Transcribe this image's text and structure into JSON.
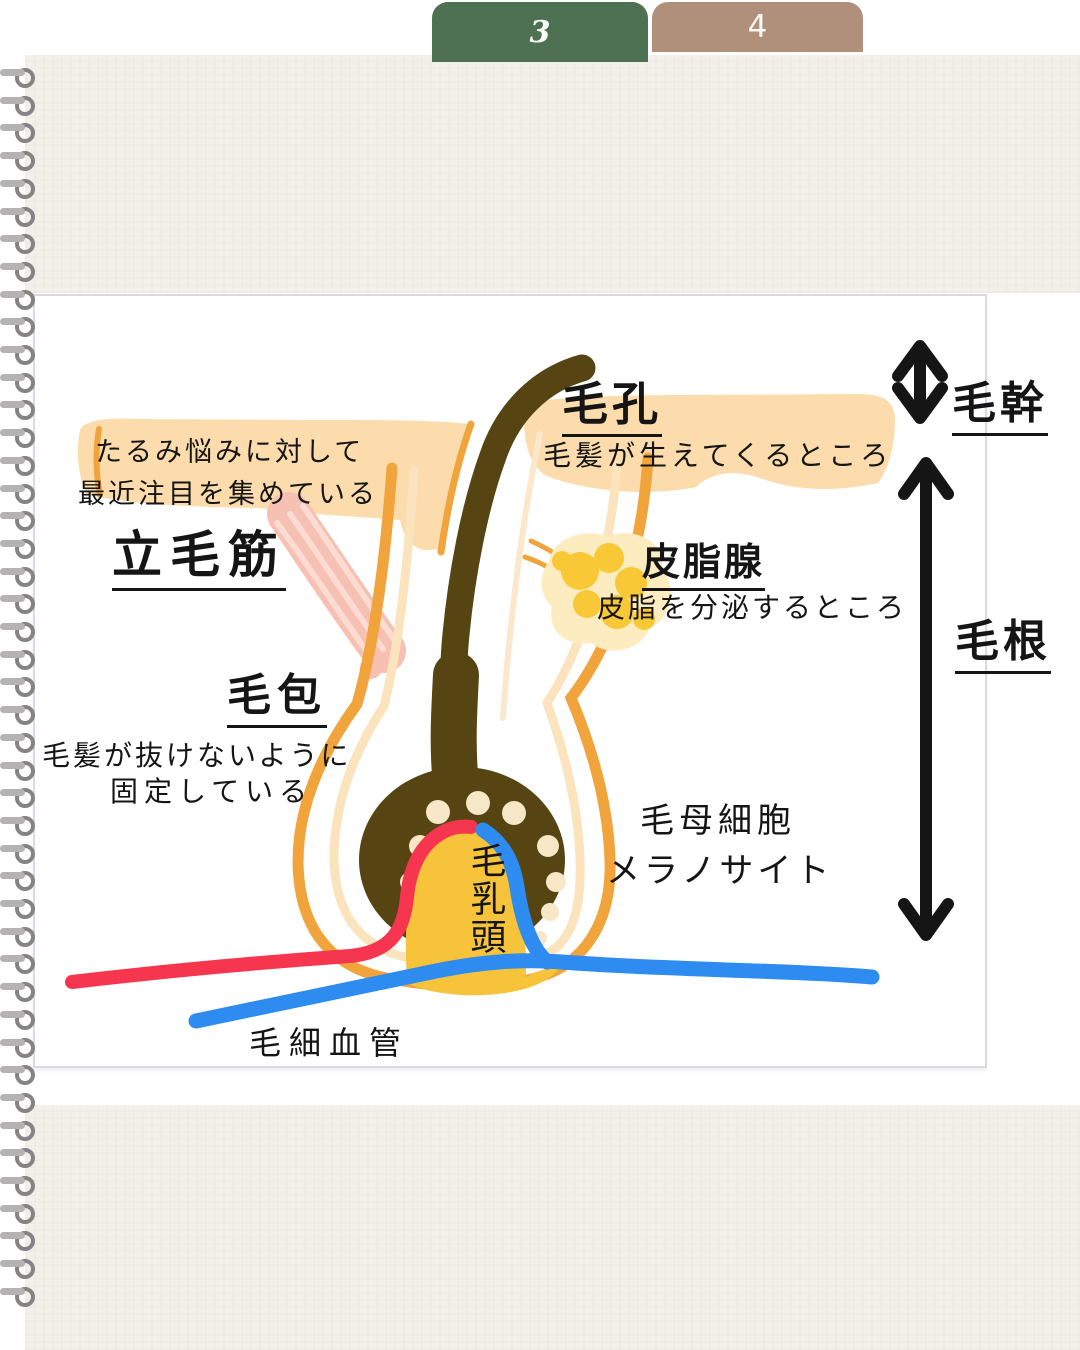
{
  "page_tabs": [
    {
      "label": "3",
      "active": true,
      "color": "#4d7152"
    },
    {
      "label": "4",
      "active": false,
      "color": "#b1907b"
    }
  ],
  "diagram": {
    "pore": {
      "title": "毛孔",
      "desc": "毛髪が生えてくるところ"
    },
    "arrector_pili": {
      "note_line1": "たるみ悩みに対して",
      "note_line2": "最近注目を集めている",
      "title": "立毛筋"
    },
    "sebaceous_gland": {
      "title": "皮脂腺",
      "desc": "皮脂を分泌するところ"
    },
    "follicle": {
      "title": "毛包",
      "desc_line1": "毛髪が抜けないように",
      "desc_line2": "固定している"
    },
    "hair_matrix": {
      "line1": "毛母細胞",
      "line2": "メラノサイト"
    },
    "papilla": {
      "title": "毛乳頭"
    },
    "capillary": {
      "title": "毛細血管"
    },
    "hair_shaft": {
      "title": "毛幹"
    },
    "hair_root": {
      "title": "毛根"
    }
  },
  "colors": {
    "tab_active": "#4d7152",
    "tab_inactive": "#b1907b",
    "paper": "#f2f0e9",
    "skin": "#fcdcac",
    "follicle_outline": "#f2a43c",
    "follicle_inner": "#fae3bd",
    "hair": "#564412",
    "muscle_pink": "#f6c0b2",
    "sebum_yellow": "#f9c837",
    "papilla_yellow": "#f6c33a",
    "capillary_red": "#f5364e",
    "capillary_blue": "#2e8bf0",
    "ink": "#151515"
  }
}
